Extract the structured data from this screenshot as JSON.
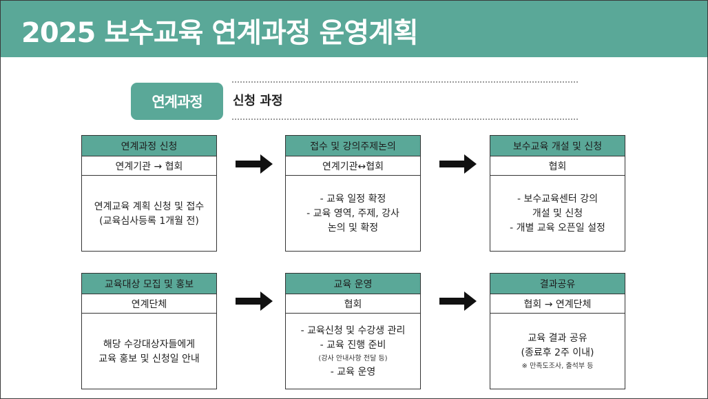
{
  "title": "2025 보수교육 연계과정 운영계획",
  "section": {
    "pill": "연계과정",
    "subtitle": "신청 과정"
  },
  "steps": [
    {
      "head": "연계과정 신청",
      "sub": "연계기관 → 협회",
      "lines": [
        "연계교육 계획 신청 및 접수",
        "(교육심사등록 1개월 전)"
      ]
    },
    {
      "head": "접수 및 강의주제논의",
      "sub": "연계기관↔협회",
      "lines": [
        "- 교육 일정 확정",
        "- 교육 영역, 주제, 강사",
        "논의 및 확정"
      ]
    },
    {
      "head": "보수교육 개설 및 신청",
      "sub": "협회",
      "lines": [
        "- 보수교육센터 강의",
        "개설 및 신청",
        "- 개별 교육 오픈일 설정"
      ]
    },
    {
      "head": "교육대상 모집 및 홍보",
      "sub": "연계단체",
      "lines": [
        "해당 수강대상자들에게",
        "교육 홍보 및 신청일 안내"
      ]
    },
    {
      "head": "교육 운영",
      "sub": "협회",
      "lines": [
        "- 교육신청 및 수강생 관리",
        "- 교육 진행 준비",
        "(강사 안내사항 전달 등)",
        "- 교육 운영"
      ]
    },
    {
      "head": "결과공유",
      "sub": "협회 → 연계단체",
      "lines": [
        "교육 결과 공유",
        "(종료후 2주 이내)",
        "※ 만족도조사, 출석부 등"
      ]
    }
  ]
}
